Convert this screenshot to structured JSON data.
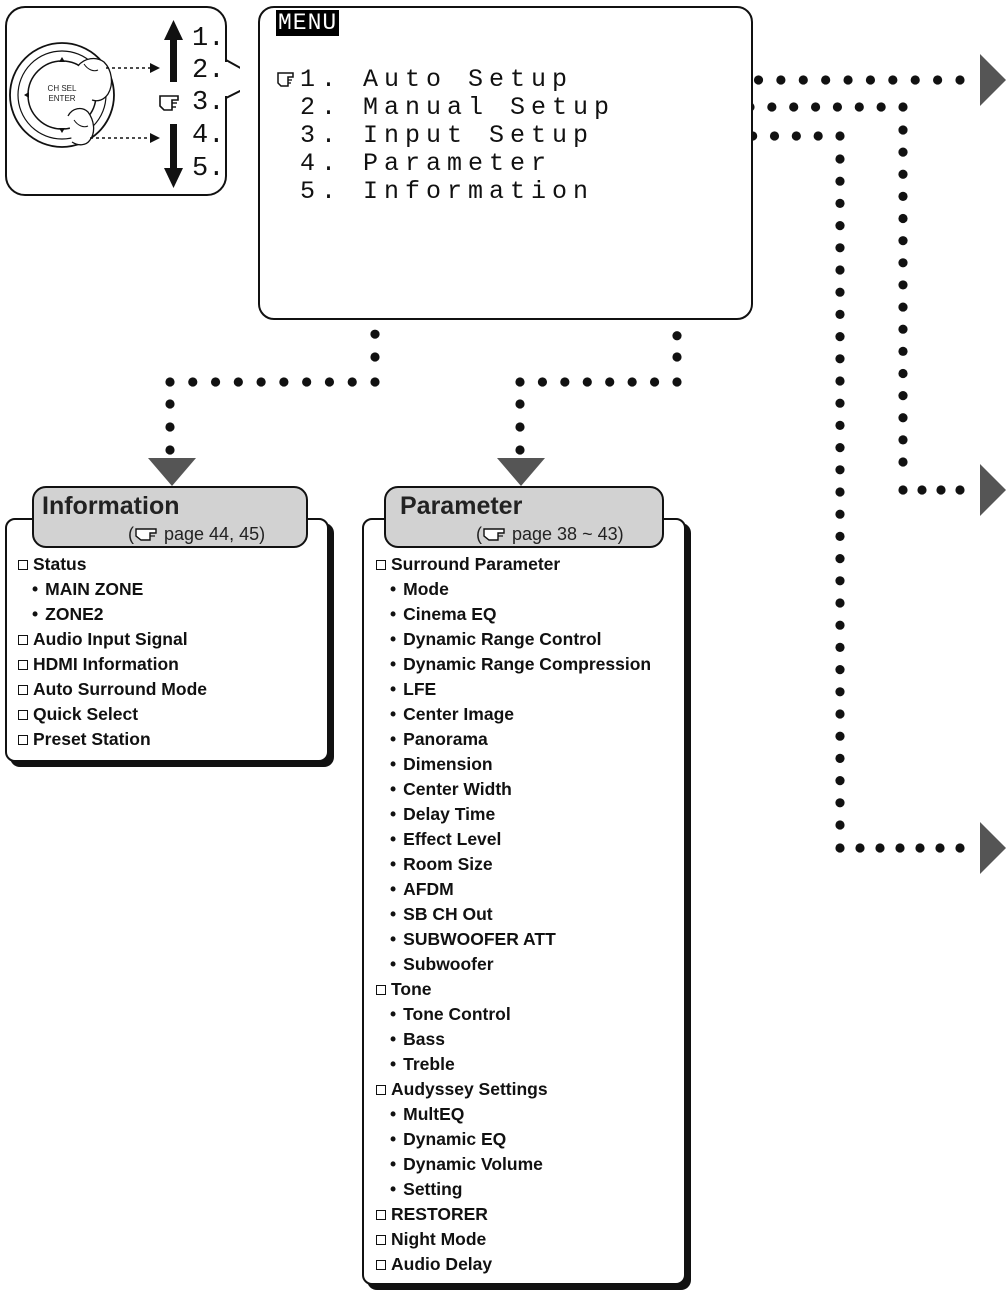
{
  "remote": {
    "numbers": [
      "1.",
      "2.",
      "3.",
      "4.",
      "5."
    ],
    "wheel_label_top": "CH SEL",
    "wheel_label_bottom": "ENTER",
    "cursor_icon": "pointing-hand-icon"
  },
  "menu": {
    "title": "MENU",
    "cursor_icon": "pointing-hand-icon",
    "items": [
      "1. Auto Setup",
      "2. Manual Setup",
      "3. Input Setup",
      "4. Parameter",
      "5. Information"
    ]
  },
  "information": {
    "title": "Information",
    "page_ref_icon": "pointing-hand-icon",
    "page_ref": "page 44, 45",
    "entries": [
      {
        "label": "Status",
        "level": 0
      },
      {
        "label": "MAIN ZONE",
        "level": 1
      },
      {
        "label": "ZONE2",
        "level": 1
      },
      {
        "label": "Audio Input Signal",
        "level": 0
      },
      {
        "label": "HDMI Information",
        "level": 0
      },
      {
        "label": "Auto Surround Mode",
        "level": 0
      },
      {
        "label": "Quick Select",
        "level": 0
      },
      {
        "label": "Preset Station",
        "level": 0
      }
    ]
  },
  "parameter": {
    "title": "Parameter",
    "page_ref_icon": "pointing-hand-icon",
    "page_ref": "page 38 ~ 43",
    "entries": [
      {
        "label": "Surround Parameter",
        "level": 0
      },
      {
        "label": "Mode",
        "level": 1
      },
      {
        "label": "Cinema EQ",
        "level": 1
      },
      {
        "label": "Dynamic Range Control",
        "level": 1
      },
      {
        "label": "Dynamic Range Compression",
        "level": 1
      },
      {
        "label": "LFE",
        "level": 1
      },
      {
        "label": "Center Image",
        "level": 1
      },
      {
        "label": "Panorama",
        "level": 1
      },
      {
        "label": "Dimension",
        "level": 1
      },
      {
        "label": "Center Width",
        "level": 1
      },
      {
        "label": "Delay Time",
        "level": 1
      },
      {
        "label": "Effect Level",
        "level": 1
      },
      {
        "label": "Room Size",
        "level": 1
      },
      {
        "label": "AFDM",
        "level": 1
      },
      {
        "label": "SB CH Out",
        "level": 1
      },
      {
        "label": "SUBWOOFER ATT",
        "level": 1
      },
      {
        "label": "Subwoofer",
        "level": 1
      },
      {
        "label": "Tone",
        "level": 0
      },
      {
        "label": "Tone Control",
        "level": 1
      },
      {
        "label": "Bass",
        "level": 1
      },
      {
        "label": "Treble",
        "level": 1
      },
      {
        "label": "Audyssey Settings",
        "level": 0
      },
      {
        "label": "MultEQ",
        "level": 1
      },
      {
        "label": "Dynamic EQ",
        "level": 1
      },
      {
        "label": "Dynamic Volume",
        "level": 1
      },
      {
        "label": "Setting",
        "level": 1
      },
      {
        "label": "RESTORER",
        "level": 0
      },
      {
        "label": "Night Mode",
        "level": 0
      },
      {
        "label": "Audio Delay",
        "level": 0
      }
    ]
  },
  "colors": {
    "line": "#111111",
    "tab_fill": "#d2d2d2",
    "arrow": "#555555",
    "background": "#ffffff"
  }
}
